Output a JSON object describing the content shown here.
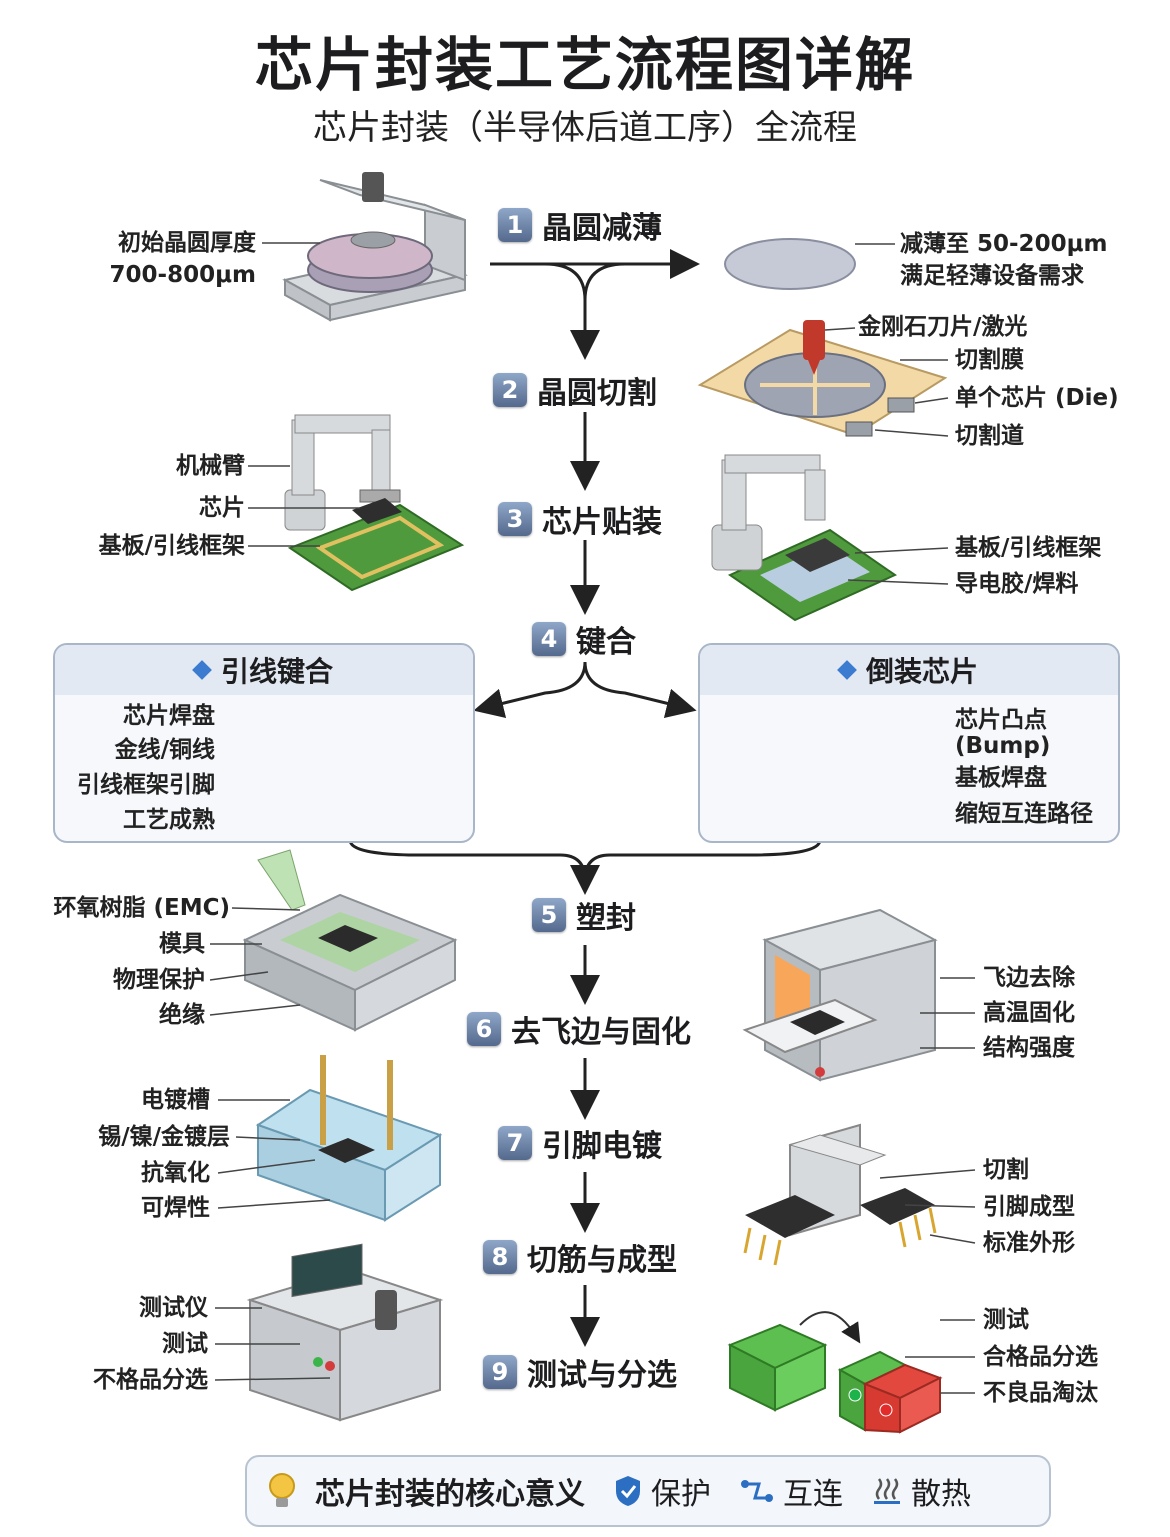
{
  "header": {
    "title": "芯片封装工艺流程图详解",
    "subtitle": "芯片封装（半导体后道工序）全流程"
  },
  "steps": [
    {
      "num": "1",
      "name": "晶圆减薄"
    },
    {
      "num": "2",
      "name": "晶圆切割"
    },
    {
      "num": "3",
      "name": "芯片贴装"
    },
    {
      "num": "4",
      "name": "键合"
    },
    {
      "num": "5",
      "name": "塑封"
    },
    {
      "num": "6",
      "name": "去飞边与固化"
    },
    {
      "num": "7",
      "name": "引脚电镀"
    },
    {
      "num": "8",
      "name": "切筋与成型"
    },
    {
      "num": "9",
      "name": "测试与分选"
    }
  ],
  "labels": {
    "s1_left_1": "初始晶圆厚度",
    "s1_left_2": "700-800μm",
    "s1_right_1": "减薄至 50-200μm",
    "s1_right_2": "满足轻薄设备需求",
    "s2_r": [
      "金刚石刀片/激光",
      "切割膜",
      "单个芯片 (Die)",
      "切割道"
    ],
    "s3_l": [
      "机械臂",
      "芯片",
      "基板/引线框架"
    ],
    "s3_r": [
      "基板/引线框架",
      "导电胶/焊料"
    ],
    "s5_l": [
      "环氧树脂 (EMC)",
      "模具",
      "物理保护",
      "绝缘"
    ],
    "s6_r": [
      "飞边去除",
      "高温固化",
      "结构强度"
    ],
    "s7_l": [
      "电镀槽",
      "锡/镍/金镀层",
      "抗氧化",
      "可焊性"
    ],
    "s8_r": [
      "切割",
      "引脚成型",
      "标准外形"
    ],
    "s9_l": [
      "测试仪",
      "测试",
      "不格品分选"
    ],
    "s9_r": [
      "测试",
      "合格品分选",
      "不良品淘汰"
    ]
  },
  "wire_bond": {
    "title": "引线键合",
    "labels": [
      "芯片焊盘",
      "金线/铜线",
      "引线框架引脚",
      "工艺成熟"
    ]
  },
  "flip_chip": {
    "title": "倒装芯片",
    "labels": [
      "芯片凸点",
      "(Bump)",
      "基板焊盘",
      "缩短互连路径"
    ]
  },
  "footer": {
    "title": "芯片封装的核心意义",
    "items": [
      "保护",
      "互连",
      "散热"
    ]
  },
  "colors": {
    "step_badge": "#5b7094",
    "pcb_green": "#3f8f3a",
    "chip_dark": "#2b2b2b",
    "accent_blue": "#3b7bd0",
    "box_border": "#a9b6c8"
  }
}
